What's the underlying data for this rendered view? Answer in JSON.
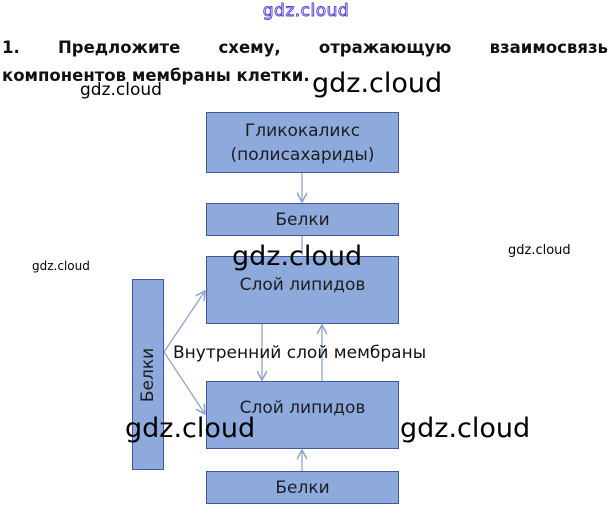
{
  "watermarks": {
    "top": "gdz.cloud",
    "left_small": "gdz.cloud",
    "header_large": "gdz.cloud",
    "left_tiny": "gdz.cloud",
    "right_small": "gdz.cloud",
    "center_large": "gdz.cloud",
    "bottom_left_large": "gdz.cloud",
    "bottom_right_large": "gdz.cloud"
  },
  "question": {
    "number": "1.",
    "words_line1": [
      "Предложите",
      "схему,",
      "отражающую",
      "взаимосвязь"
    ],
    "line2": "компонентов мембраны клетки."
  },
  "diagram": {
    "nodes": {
      "glycocalyx": {
        "line1": "Гликокаликс",
        "line2": "(полисахариды)"
      },
      "proteins_top": "Белки",
      "lipid_layer_top": "Слой липидов",
      "inner_layer_label": "Внутренний слой мембраны",
      "lipid_layer_bottom": "Слой липидов",
      "proteins_bottom": "Белки",
      "proteins_side": "Белки"
    },
    "edges": [
      {
        "from": "Гликокаликс",
        "to": "Белки (верх)"
      },
      {
        "from": "Белки (верх)",
        "to": "Слой липидов (верх)"
      },
      {
        "from": "Слой липидов (верх)",
        "to": "Слой липидов (низ)"
      },
      {
        "from": "Слой липидов (низ)",
        "to": "Слой липидов (верх)"
      },
      {
        "from": "Белки (низ)",
        "to": "Слой липидов (низ)"
      },
      {
        "from": "Белки (бок)",
        "to": "Слой липидов (верх)"
      },
      {
        "from": "Белки (бок)",
        "to": "Слой липидов (низ)"
      }
    ],
    "colors": {
      "box_fill": "#8eaadc",
      "box_border": "#3f5a94",
      "arrow": "#8ea4cf"
    }
  }
}
